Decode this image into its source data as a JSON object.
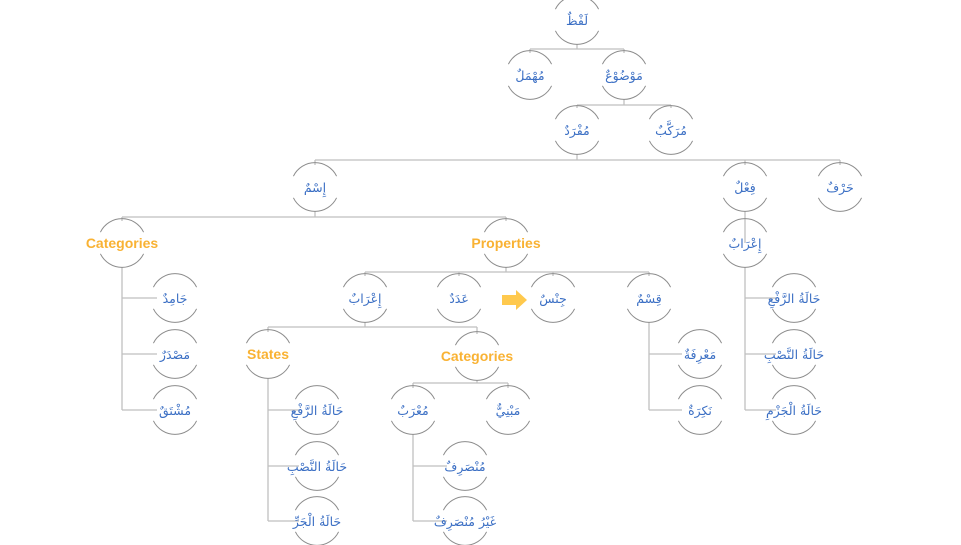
{
  "diagram": {
    "title": "لَفْظٌ",
    "colors": {
      "arabic_text": "#3B6FC4",
      "english_text": "#F9B233",
      "connector": "#BFBFBF",
      "node_arc": "#8C8C8C",
      "arrow": "#FFC94D"
    },
    "nodes": [
      {
        "id": "lafz",
        "label": "لَفْظٌ",
        "lang": "ar"
      },
      {
        "id": "muhmal",
        "label": "مُهْمَلٌ",
        "lang": "ar",
        "parent": "lafz"
      },
      {
        "id": "mawdu",
        "label": "مَوْضُوْعٌ",
        "lang": "ar",
        "parent": "lafz"
      },
      {
        "id": "mufrad",
        "label": "مُفْرَدٌ",
        "lang": "ar",
        "parent": "mawdu"
      },
      {
        "id": "murakkab",
        "label": "مُرَكَّبٌ",
        "lang": "ar",
        "parent": "mawdu"
      },
      {
        "id": "ism",
        "label": "إِسْمٌ",
        "lang": "ar",
        "parent": "mufrad"
      },
      {
        "id": "fil",
        "label": "فِعْلٌ",
        "lang": "ar",
        "parent": "mufrad"
      },
      {
        "id": "harf",
        "label": "حَرْفٌ",
        "lang": "ar",
        "parent": "mufrad"
      },
      {
        "id": "ism_categories",
        "label": "Categories",
        "lang": "en",
        "parent": "ism"
      },
      {
        "id": "ism_properties",
        "label": "Properties",
        "lang": "en",
        "parent": "ism"
      },
      {
        "id": "jamid",
        "label": "جَامِدٌ",
        "lang": "ar",
        "parent": "ism_categories"
      },
      {
        "id": "masdar",
        "label": "مَصْدَرٌ",
        "lang": "ar",
        "parent": "ism_categories"
      },
      {
        "id": "mushtaq",
        "label": "مُشْتَقٌ",
        "lang": "ar",
        "parent": "ism_categories"
      },
      {
        "id": "irab",
        "label": "إِعْرَابٌ",
        "lang": "ar",
        "parent": "ism_properties"
      },
      {
        "id": "adad",
        "label": "عَدَدٌ",
        "lang": "ar",
        "parent": "ism_properties"
      },
      {
        "id": "jins",
        "label": "جِنْسٌ",
        "lang": "ar",
        "parent": "ism_properties"
      },
      {
        "id": "qism",
        "label": "قِسْمٌ",
        "lang": "ar",
        "parent": "ism_properties"
      },
      {
        "id": "states",
        "label": "States",
        "lang": "en",
        "parent": "irab"
      },
      {
        "id": "irab_categories",
        "label": "Categories",
        "lang": "en",
        "parent": "irab"
      },
      {
        "id": "s_raf",
        "label": "حَالَةُ الرَّفْعِ",
        "lang": "ar",
        "parent": "states"
      },
      {
        "id": "s_nasb",
        "label": "حَالَةُ النَّصْبِ",
        "lang": "ar",
        "parent": "states"
      },
      {
        "id": "s_jarr",
        "label": "حَالَةُ الْجَرِّ",
        "lang": "ar",
        "parent": "states"
      },
      {
        "id": "murab",
        "label": "مُعْرَبٌ",
        "lang": "ar",
        "parent": "irab_categories"
      },
      {
        "id": "mabni",
        "label": "مَبْنِيٌّ",
        "lang": "ar",
        "parent": "irab_categories"
      },
      {
        "id": "munsarif",
        "label": "مُنْصَرِفٌ",
        "lang": "ar",
        "parent": "murab"
      },
      {
        "id": "ghayr_munsarif",
        "label": "غَيْرُ مُنْصَرِفٌ",
        "lang": "ar",
        "parent": "murab"
      },
      {
        "id": "marifa",
        "label": "مَعْرِفَةٌ",
        "lang": "ar",
        "parent": "qism"
      },
      {
        "id": "nakira",
        "label": "نَكِرَةٌ",
        "lang": "ar",
        "parent": "qism"
      },
      {
        "id": "fil_irab",
        "label": "إِعْرَابٌ",
        "lang": "ar",
        "parent": "fil"
      },
      {
        "id": "f_raf",
        "label": "حَالَةُ الرَّفْعِ",
        "lang": "ar",
        "parent": "fil_irab"
      },
      {
        "id": "f_nasb",
        "label": "حَالَةُ النَّصْبِ",
        "lang": "ar",
        "parent": "fil_irab"
      },
      {
        "id": "f_jazm",
        "label": "حَالَةُ الْجَزْمِ",
        "lang": "ar",
        "parent": "fil_irab"
      }
    ],
    "highlight_arrow": {
      "points_to": "jins",
      "icon": "right-arrow-icon"
    }
  }
}
